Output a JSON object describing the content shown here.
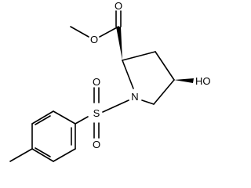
{
  "molecule": {
    "atoms": {
      "carbonyl_oxygen": "O",
      "ester_oxygen": "O",
      "ring_nitrogen": "N",
      "hydroxyl": "HO",
      "sulfur": "S",
      "sulfonyl_oxygen_top": "O",
      "sulfonyl_oxygen_bottom": "O"
    }
  }
}
